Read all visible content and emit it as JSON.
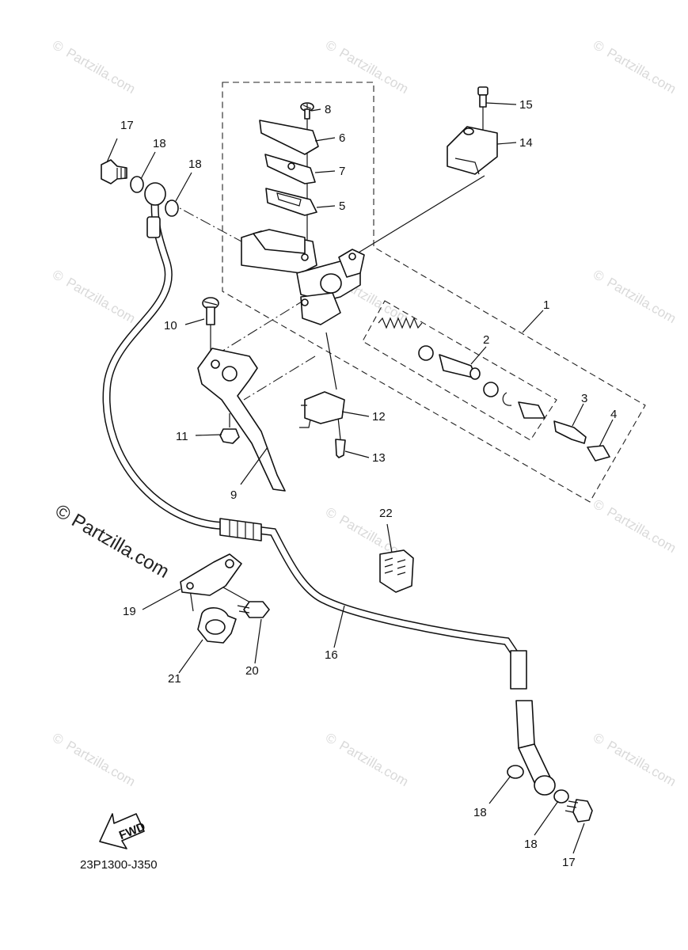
{
  "diagram_code": "23P1300-J350",
  "direction_arrow": "FWD",
  "watermark": {
    "small": "Partzilla.com",
    "large": "Partzilla.com",
    "copyright_symbol": "©"
  },
  "callouts": {
    "c1": "1",
    "c2": "2",
    "c3": "3",
    "c4": "4",
    "c5": "5",
    "c6": "6",
    "c7": "7",
    "c8": "8",
    "c9": "9",
    "c10": "10",
    "c11": "11",
    "c12": "12",
    "c13": "13",
    "c14": "14",
    "c15": "15",
    "c16": "16",
    "c17a": "17",
    "c17b": "17",
    "c18a": "18",
    "c18b": "18",
    "c18c": "18",
    "c18d": "18",
    "c19": "19",
    "c20": "20",
    "c21": "21",
    "c22": "22"
  }
}
